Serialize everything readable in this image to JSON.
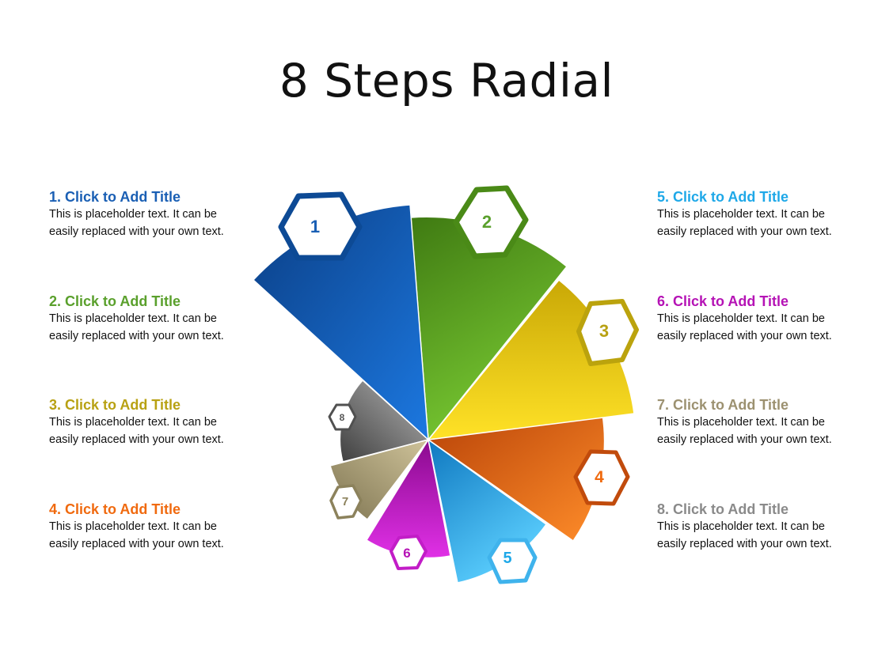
{
  "title": "8 Steps Radial",
  "steps": [
    {
      "number": "1",
      "title": "1. Click to Add Title",
      "text1": "This is placeholder  text. It can be",
      "text2": "easily replaced  with your own text.",
      "color": "#1a5fb4"
    },
    {
      "number": "2",
      "title": "2. Click to Add Title",
      "text1": "This is placeholder  text. It can be",
      "text2": "easily replaced  with your own text.",
      "color": "#5aa02c"
    },
    {
      "number": "3",
      "title": "3. Click to Add Title",
      "text1": "This is placeholder  text. It can be",
      "text2": "easily replaced  with your own text.",
      "color": "#b8a113"
    },
    {
      "number": "4",
      "title": "4. Click to Add Title",
      "text1": "This is placeholder  text. It can be",
      "text2": "easily replaced  with your own text.",
      "color": "#f06a0f"
    },
    {
      "number": "5",
      "title": "5. Click to Add Title",
      "text1": "This is placeholder  text. It can be",
      "text2": "easily replaced  with your own text.",
      "color": "#1ea8e8"
    },
    {
      "number": "6",
      "title": "6. Click to Add Title",
      "text1": "This is placeholder  text. It can be",
      "text2": "easily replaced  with your own text.",
      "color": "#b513b5"
    },
    {
      "number": "7",
      "title": "7. Click to Add Title",
      "text1": "This is placeholder  text. It can be",
      "text2": "easily replaced  with your own text.",
      "color": "#9c9170"
    },
    {
      "number": "8",
      "title": "8. Click to Add Title",
      "text1": "This is placeholder  text. It can be",
      "text2": "easily replaced  with your own text.",
      "color": "#8a8a8a"
    }
  ]
}
